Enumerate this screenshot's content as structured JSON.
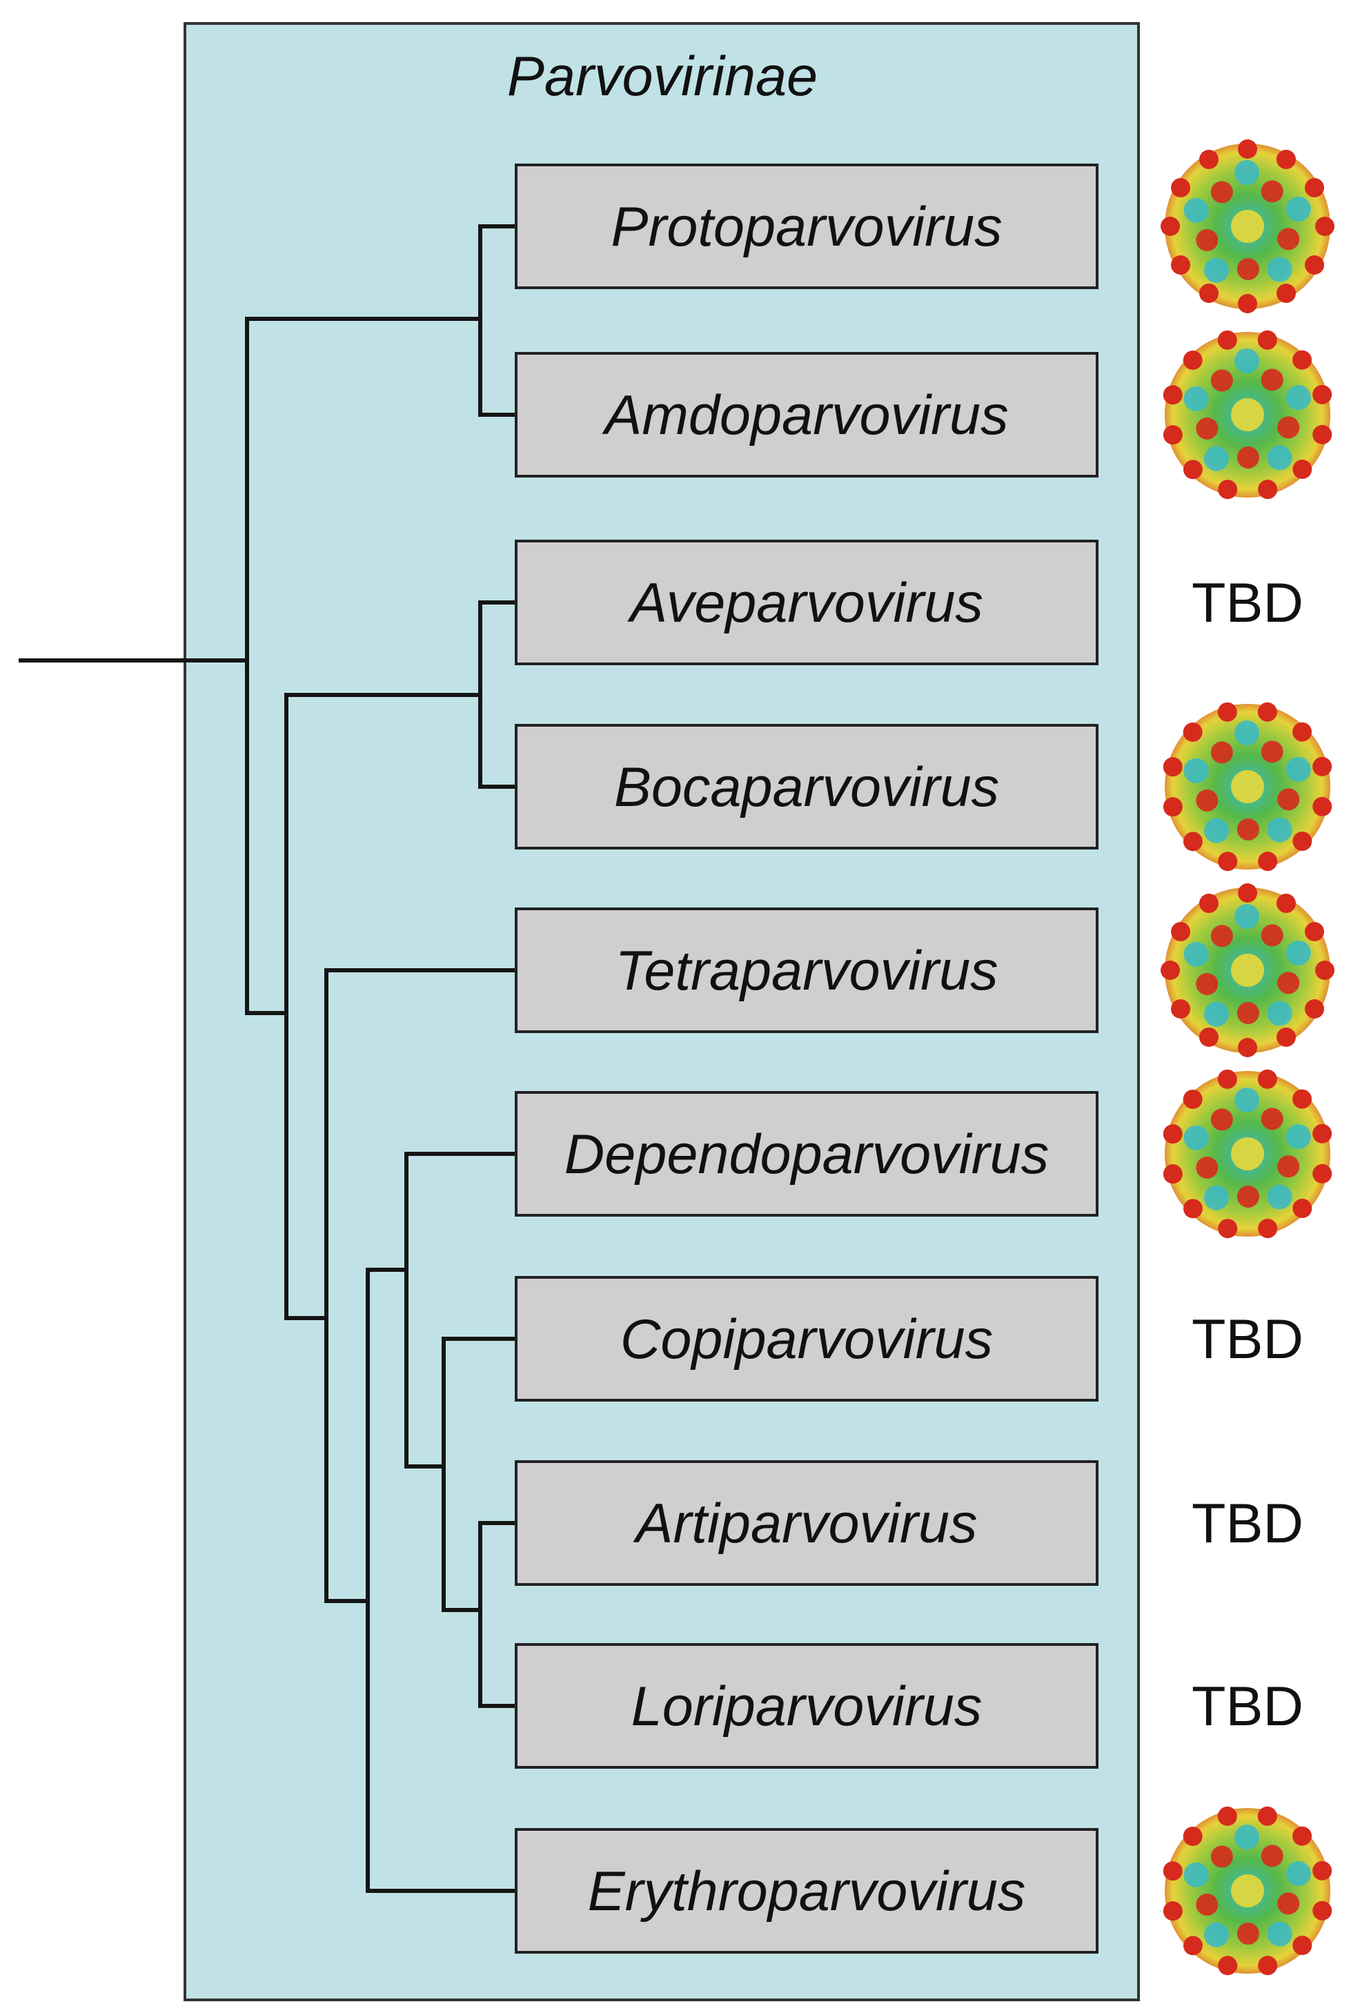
{
  "subfamily": "Parvovirinae",
  "colors": {
    "panel_fill": "#c0e2e6",
    "panel_stroke": "#333333",
    "box_fill": "#cfcfcf",
    "line": "#151515",
    "capsid_red": "#d62a1c",
    "capsid_yellow": "#e8d83a",
    "capsid_green": "#4fb34a",
    "capsid_cyan": "#37b9c9"
  },
  "genera": [
    {
      "name": "Protoparvovirus",
      "structure": "capsid-icon"
    },
    {
      "name": "Amdoparvovirus",
      "structure": "capsid-icon"
    },
    {
      "name": "Aveparvovirus",
      "structure": "TBD"
    },
    {
      "name": "Bocaparvovirus",
      "structure": "capsid-icon"
    },
    {
      "name": "Tetraparvovirus",
      "structure": "capsid-icon"
    },
    {
      "name": "Dependoparvovirus",
      "structure": "capsid-icon"
    },
    {
      "name": "Copiparvovirus",
      "structure": "TBD"
    },
    {
      "name": "Artiparvovirus",
      "structure": "TBD"
    },
    {
      "name": "Loriparvovirus",
      "structure": "TBD"
    },
    {
      "name": "Erythroparvovirus",
      "structure": "capsid-icon"
    }
  ],
  "tbd_label": "TBD"
}
